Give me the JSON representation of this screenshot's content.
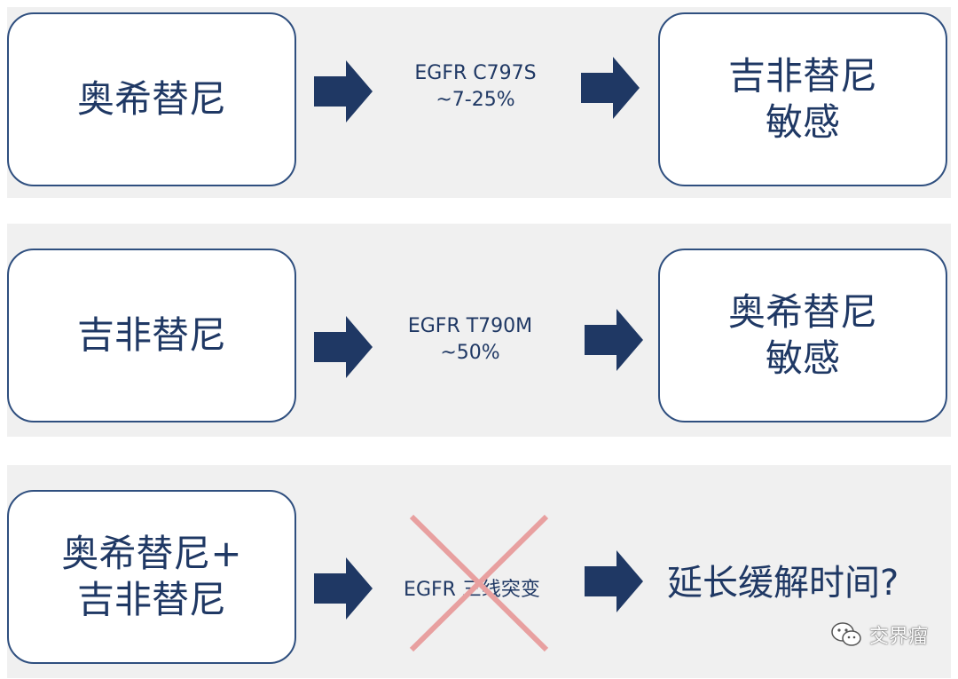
{
  "rows": [
    {
      "left": "奥希替尼",
      "mutation": "EGFR C797S\n~7-25%",
      "right": "吉非替尼\n敏感"
    },
    {
      "left": "吉非替尼",
      "mutation": "EGFR T790M\n~50%",
      "right": "奥希替尼\n敏感"
    },
    {
      "left": "奥希替尼+\n吉非替尼",
      "mutation": "EGFR 三线突变",
      "right": "延长缓解时间?"
    }
  ],
  "watermark": {
    "text": "交界瘤",
    "icon": "wechat-icon"
  },
  "colors": {
    "navy": "#1f3864",
    "band": "#f0f0f0",
    "cross": "#e8a0a0"
  }
}
